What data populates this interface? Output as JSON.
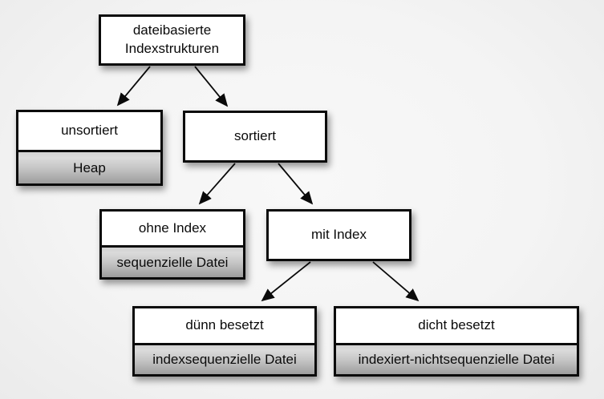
{
  "diagram": {
    "language": "de",
    "topic": "dateibasierte Indexstrukturen",
    "colors": {
      "background": "#f4f4f4",
      "node_fill": "#ffffff",
      "node_border": "#0b0b0b",
      "sublabel_gradient_top": "#d8d8d8",
      "sublabel_gradient_bottom": "#9d9d9d",
      "text": "#0a0a0a",
      "arrow": "#0a0a0a"
    },
    "nodes": [
      {
        "id": "root",
        "label": "dateibasierte Indexstrukturen",
        "sublabel": null
      },
      {
        "id": "unsortiert",
        "label": "unsortiert",
        "sublabel": "Heap"
      },
      {
        "id": "sortiert",
        "label": "sortiert",
        "sublabel": null
      },
      {
        "id": "ohne-index",
        "label": "ohne Index",
        "sublabel": "sequenzielle Datei"
      },
      {
        "id": "mit-index",
        "label": "mit Index",
        "sublabel": null
      },
      {
        "id": "duenn-besetzt",
        "label": "dünn besetzt",
        "sublabel": "indexsequenzielle Datei"
      },
      {
        "id": "dicht-besetzt",
        "label": "dicht besetzt",
        "sublabel": "indexiert-nichtsequenzielle Datei"
      }
    ],
    "edges": [
      {
        "from": "root",
        "to": "unsortiert"
      },
      {
        "from": "root",
        "to": "sortiert"
      },
      {
        "from": "sortiert",
        "to": "ohne-index"
      },
      {
        "from": "sortiert",
        "to": "mit-index"
      },
      {
        "from": "mit-index",
        "to": "duenn-besetzt"
      },
      {
        "from": "mit-index",
        "to": "dicht-besetzt"
      }
    ]
  }
}
